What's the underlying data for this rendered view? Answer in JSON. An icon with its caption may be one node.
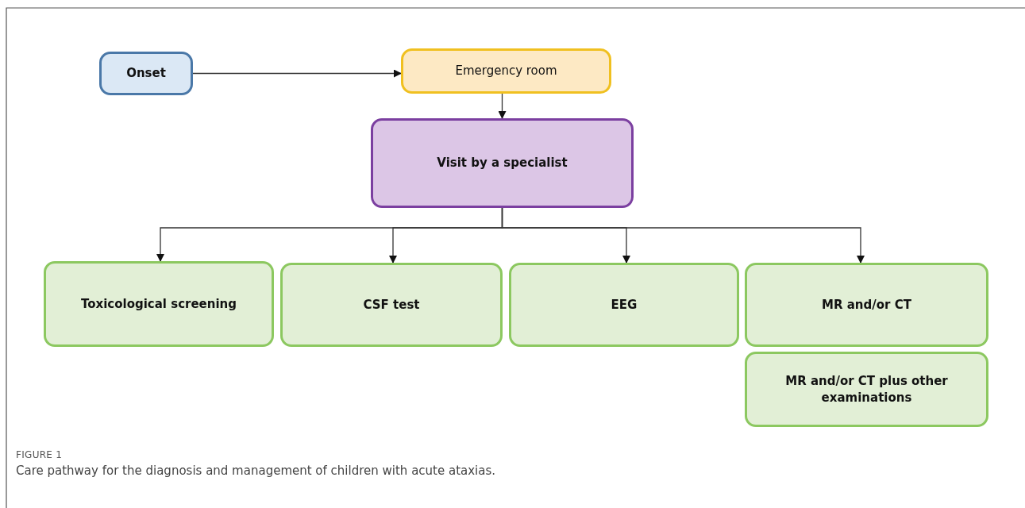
{
  "diagram": {
    "caption": "Care pathway for the diagnosis and management of children with acute ataxias.",
    "nodes": [
      {
        "text": [
          "Onset"
        ]
      },
      {
        "text": [
          "Emergency room"
        ]
      },
      {
        "text": [
          "Visit by a specialist"
        ]
      },
      {
        "text": [
          "Toxicological screening"
        ]
      },
      {
        "text": [
          "CSF test"
        ]
      },
      {
        "text": [
          "EEG"
        ]
      },
      {
        "text": [
          "MR and/or CT"
        ]
      },
      {
        "text": [
          "MR and/or CT plus other examinations"
        ]
      }
    ],
    "edges": [
      {
        "from": 0,
        "to": 1,
        "arrow": "to"
      },
      {
        "from": 1,
        "to": 2,
        "arrow": "to"
      },
      {
        "from": 2,
        "to": 3,
        "arrow": "to"
      },
      {
        "from": 2,
        "to": 4,
        "arrow": "to"
      },
      {
        "from": 2,
        "to": 5,
        "arrow": "to"
      },
      {
        "from": 2,
        "to": 6,
        "arrow": "to"
      }
    ],
    "labels": [
      "FIGURE 1"
    ]
  }
}
